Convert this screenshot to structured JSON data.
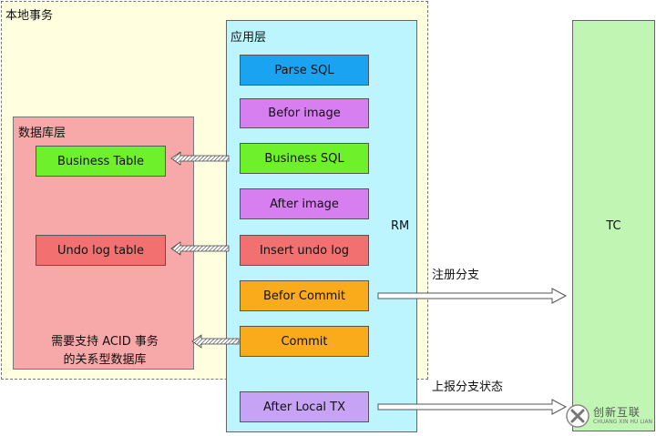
{
  "local_tx": {
    "label": "本地事务"
  },
  "db_layer": {
    "label": "数据库层",
    "business_table": "Business Table",
    "undo_log_table": "Undo log table",
    "note_line1": "需要支持 ACID 事务",
    "note_line2": "的关系型数据库"
  },
  "app_layer": {
    "label": "应用层",
    "rm_label": "RM",
    "steps": [
      "Parse SQL",
      "Befor image",
      "Business SQL",
      "After image",
      "Insert undo log",
      "Befor Commit",
      "Commit",
      "After Local TX"
    ]
  },
  "tc": {
    "label": "TC"
  },
  "edges": {
    "register_branch": "注册分支",
    "report_branch_status": "上报分支状态"
  },
  "watermark": {
    "cn": "创新互联",
    "en": "CHUANG XIN HU LIAN"
  },
  "colors": {
    "local_tx_bg": "#ffffe0",
    "db_layer_bg": "#f7a8a8",
    "app_layer_bg": "#bdf5ff",
    "tc_bg": "#c0f5b4"
  }
}
